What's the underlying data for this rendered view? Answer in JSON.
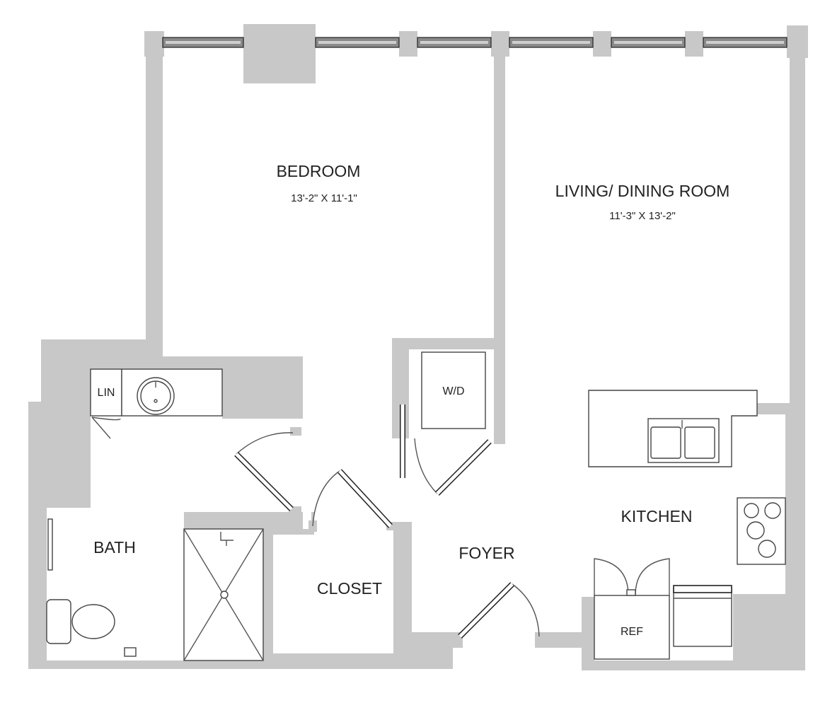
{
  "rooms": {
    "bedroom": {
      "name": "BEDROOM",
      "dimensions": "13'-2\" X 11'-1\""
    },
    "living": {
      "name": "LIVING/ DINING ROOM",
      "dimensions": "11'-3\" X 13'-2\""
    },
    "kitchen": {
      "name": "KITCHEN"
    },
    "foyer": {
      "name": "FOYER"
    },
    "bath": {
      "name": "BATH"
    },
    "closet": {
      "name": "CLOSET"
    }
  },
  "fixtures": {
    "linen": "LIN",
    "washer_dryer": "W/D",
    "refrigerator": "REF"
  },
  "colors": {
    "wall": "#c8c8c8",
    "background": "#ffffff",
    "line": "#222222"
  }
}
